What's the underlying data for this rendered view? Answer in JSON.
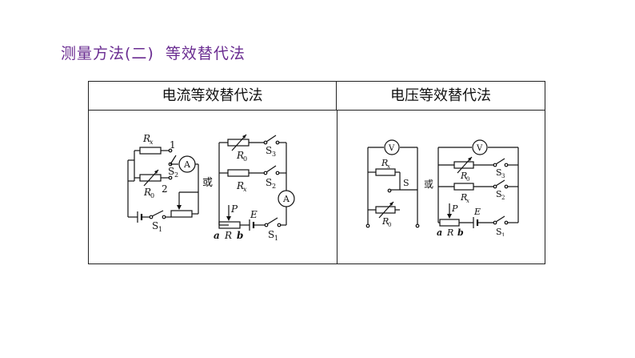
{
  "heading": {
    "method": "测量方法(二)",
    "name": "等效替代法"
  },
  "table": {
    "col_current": "电流等效替代法",
    "col_voltage": "电压等效替代法"
  },
  "labels": {
    "Rx": "R",
    "Rx_sub": "x",
    "R0": "R",
    "R0_sub": "0",
    "S": "S",
    "S1_sub": "1",
    "S2_sub": "2",
    "S3_sub": "3",
    "pos1": "1",
    "pos2": "2",
    "A": "A",
    "V": "V",
    "or": "或",
    "P": "P",
    "E": "E",
    "a": "a",
    "R": "R",
    "b": "b"
  },
  "colors": {
    "heading": "#6a2c91",
    "line": "#111111"
  }
}
